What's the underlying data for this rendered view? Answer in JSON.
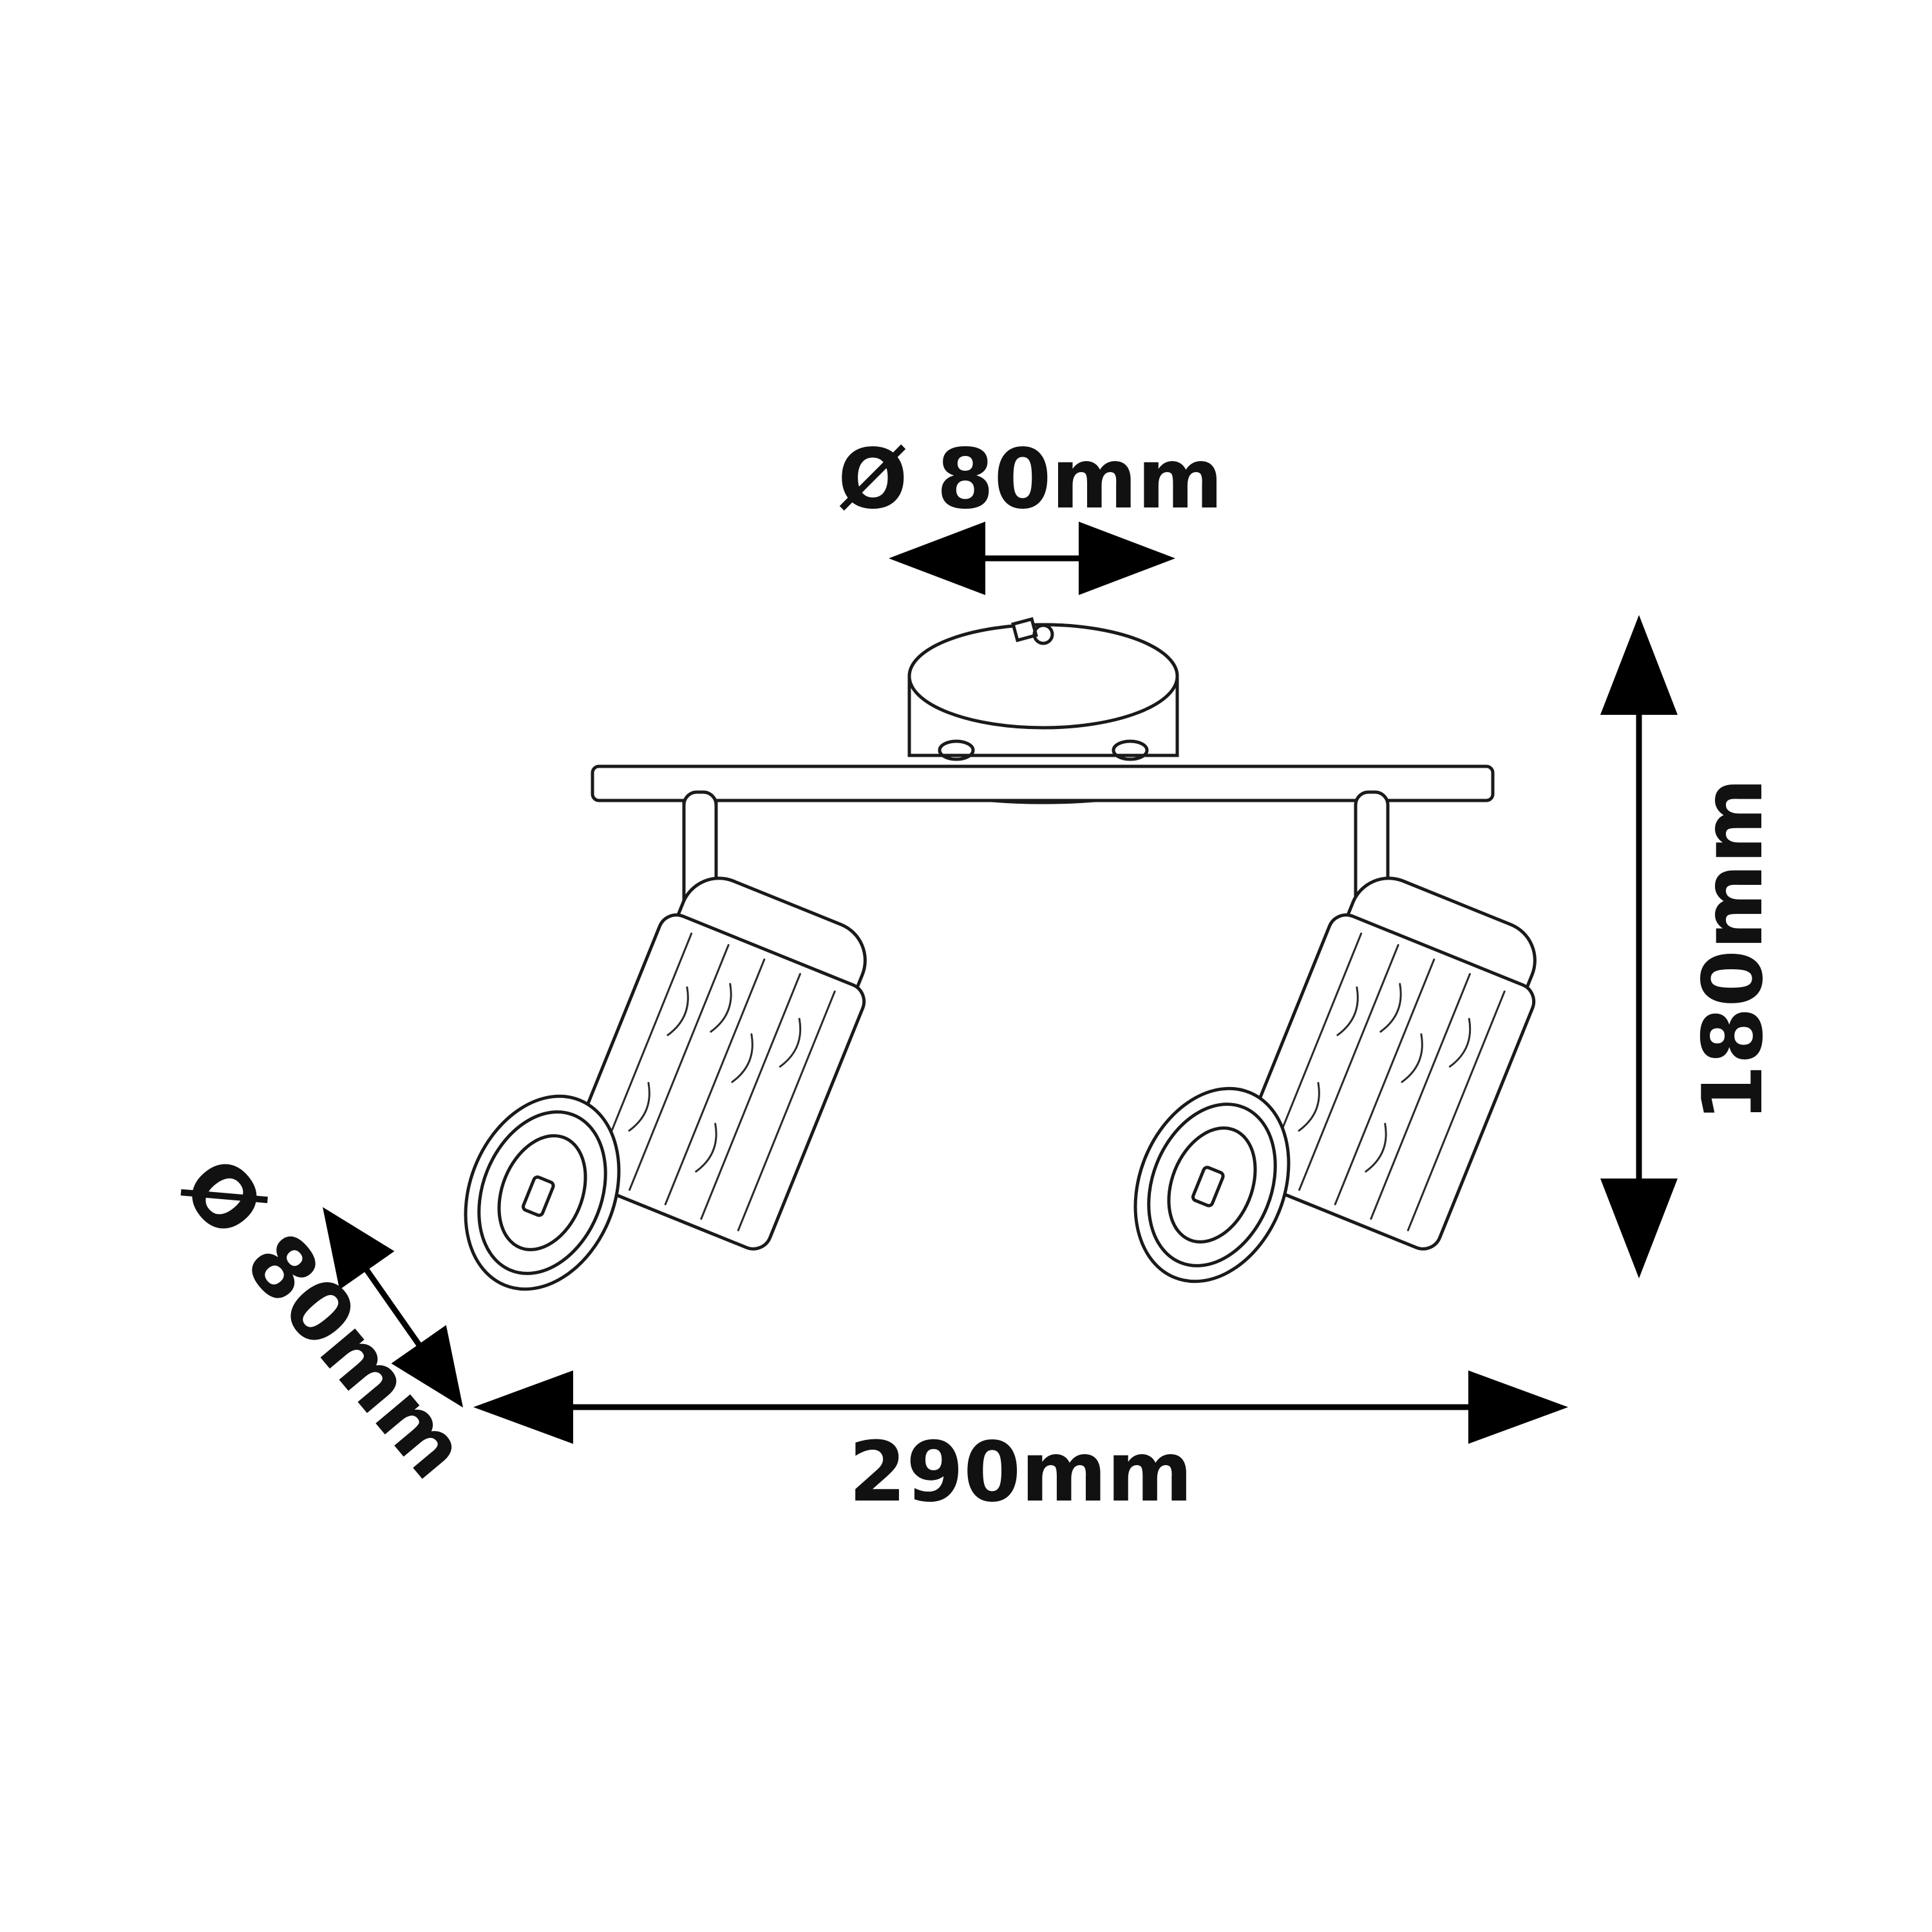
{
  "dimensions": {
    "canopy_diameter": "Ø 80mm",
    "height": "180mm",
    "width": "290mm",
    "head_diameter": "Ø 80mm"
  },
  "colors": {
    "ink": "#000000",
    "background": "#ffffff"
  }
}
